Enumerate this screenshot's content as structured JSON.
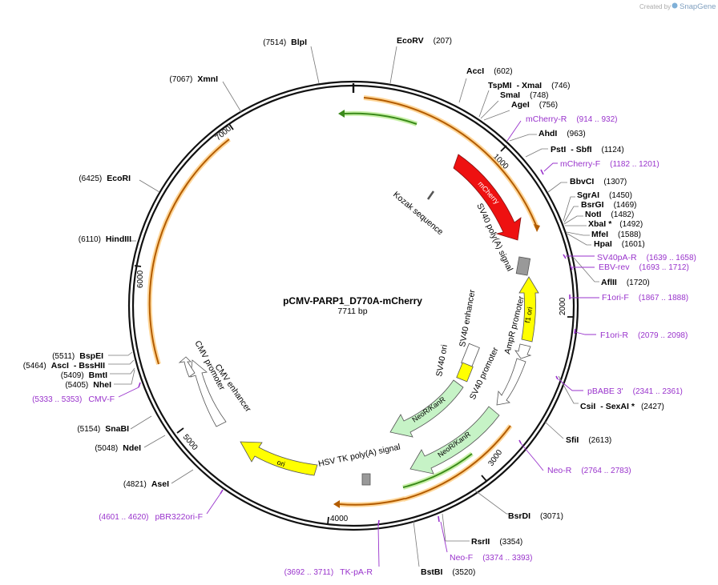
{
  "header": {
    "created_by": "Created by",
    "brand": "SnapGene"
  },
  "plasmid": {
    "name": "pCMV-PARP1_D770A-mCherry",
    "size": "7711 bp"
  },
  "colors": {
    "mcherry": "#ee1111",
    "ori_f1": "#ffff00",
    "neo": "#c6f3c6",
    "promoter": "#ffffff",
    "orf_orange": "#b35c00",
    "orf_green": "#3a8a1a",
    "primer": "#9933cc"
  },
  "ticks": [
    "1000",
    "2000",
    "3000",
    "4000",
    "5000",
    "6000",
    "7000"
  ],
  "sites_right": [
    {
      "name": "EcoRV",
      "pos": "(207)"
    },
    {
      "name": "AccI",
      "pos": "(602)"
    },
    {
      "name": "TspMI",
      "name2": "XmaI",
      "pos": "(746)"
    },
    {
      "name": "SmaI",
      "pos": "(748)"
    },
    {
      "name": "AgeI",
      "pos": "(756)"
    },
    {
      "name": "AhdI",
      "pos": "(963)"
    },
    {
      "name": "PstI",
      "name2": "SbfI",
      "pos": "(1124)"
    },
    {
      "name": "BbvCI",
      "pos": "(1307)"
    },
    {
      "name": "SgrAI",
      "pos": "(1450)"
    },
    {
      "name": "BsrGI",
      "pos": "(1469)"
    },
    {
      "name": "NotI",
      "pos": "(1482)"
    },
    {
      "name": "XbaI",
      "star": "*",
      "pos": "(1492)"
    },
    {
      "name": "MfeI",
      "pos": "(1588)"
    },
    {
      "name": "HpaI",
      "pos": "(1601)"
    },
    {
      "name": "AflII",
      "pos": "(1720)"
    },
    {
      "name": "CsiI",
      "name2": "SexAI",
      "star": "*",
      "pos": "(2427)"
    },
    {
      "name": "SfiI",
      "pos": "(2613)"
    },
    {
      "name": "BsrDI",
      "pos": "(3071)"
    },
    {
      "name": "RsrII",
      "pos": "(3354)"
    },
    {
      "name": "BstBI",
      "pos": "(3520)"
    }
  ],
  "sites_left": [
    {
      "name": "BlpI",
      "pos": "(7514)"
    },
    {
      "name": "XmnI",
      "pos": "(7067)"
    },
    {
      "name": "EcoRI",
      "pos": "(6425)"
    },
    {
      "name": "HindIII",
      "pos": "(6110)"
    },
    {
      "name": "BspEI",
      "pos": "(5511)"
    },
    {
      "name": "AscI",
      "name2": "BssHII",
      "pos": "(5464)"
    },
    {
      "name": "BmtI",
      "pos": "(5409)"
    },
    {
      "name": "NheI",
      "pos": "(5405)"
    },
    {
      "name": "SnaBI",
      "pos": "(5154)"
    },
    {
      "name": "NdeI",
      "pos": "(5048)"
    },
    {
      "name": "AseI",
      "pos": "(4821)"
    }
  ],
  "primers": [
    {
      "name": "mCherry-R",
      "range": "(914 .. 932)"
    },
    {
      "name": "mCherry-F",
      "range": "(1182 .. 1201)"
    },
    {
      "name": "SV40pA-R",
      "range": "(1639 .. 1658)"
    },
    {
      "name": "EBV-rev",
      "range": "(1693 .. 1712)"
    },
    {
      "name": "F1ori-F",
      "range": "(1867 .. 1888)"
    },
    {
      "name": "F1ori-R",
      "range": "(2079 .. 2098)"
    },
    {
      "name": "pBABE 3'",
      "range": "(2341 .. 2361)"
    },
    {
      "name": "Neo-R",
      "range": "(2764 .. 2783)"
    },
    {
      "name": "Neo-F",
      "range": "(3374 .. 3393)"
    },
    {
      "name": "TK-pA-R",
      "range": "(3692 .. 3711)"
    },
    {
      "name": "pBR322ori-F",
      "range": "(4601 .. 4620)"
    },
    {
      "name": "CMV-F",
      "range": "(5333 .. 5353)"
    }
  ],
  "features": {
    "mcherry": "mCherry",
    "kozak": "Kozak sequence",
    "sv40_pa": "SV40 poly(A) signal",
    "f1_ori": "f1 ori",
    "ampr_promoter": "AmpR promoter",
    "sv40_enhancer": "SV40 enhancer",
    "sv40_ori": "SV40 ori",
    "sv40_promoter": "SV40 promoter",
    "neo1": "NeoR/KanR",
    "neo2": "NeoR/KanR",
    "hsv_tk": "HSV TK poly(A) signal",
    "ori": "ori",
    "cmv_enhancer": "CMV enhancer",
    "cmv_promoter": "CMV promoter"
  }
}
